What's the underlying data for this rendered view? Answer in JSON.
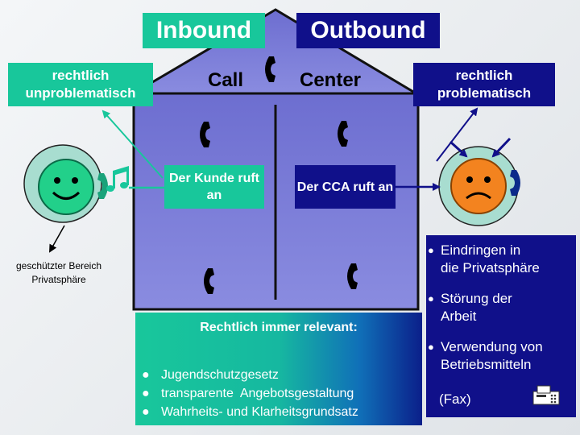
{
  "tabs": {
    "inbound": "Inbound",
    "outbound": "Outbound"
  },
  "house": {
    "call": "Call",
    "center": "Center"
  },
  "legal": {
    "unproblematic": "rechtlich unproblematisch",
    "problematic": "rechtlich problematisch"
  },
  "inbound_box": {
    "text": "Der Kunde ruft an"
  },
  "outbound_box": {
    "text": "Der CCA ruft an"
  },
  "protected_area": {
    "text": "geschützter Bereich Privatsphäre"
  },
  "relevant": {
    "title": "Rechtlich immer relevant:",
    "items": [
      "Jugendschutzgesetz",
      "transparente  Angebotsgestaltung",
      "Wahrheits- und Klarheitsgrundsatz"
    ]
  },
  "problems": {
    "items": [
      {
        "line1": "Eindringen in",
        "line2": "die Privatsphäre"
      },
      {
        "line1": "Störung der",
        "line2": "Arbeit"
      },
      {
        "line1": "Verwendung von",
        "line2": "Betriebsmitteln"
      }
    ],
    "fax": "(Fax)"
  },
  "icons": [
    "telephone-icon",
    "smiley-happy-icon",
    "smiley-sad-icon",
    "music-note-icon",
    "fax-icon"
  ],
  "colors": {
    "green": "#18c79b",
    "navy": "#10108a",
    "house_fill": "#7e7fd8",
    "happy_face": "#22d08a",
    "sad_face": "#f3831f"
  }
}
